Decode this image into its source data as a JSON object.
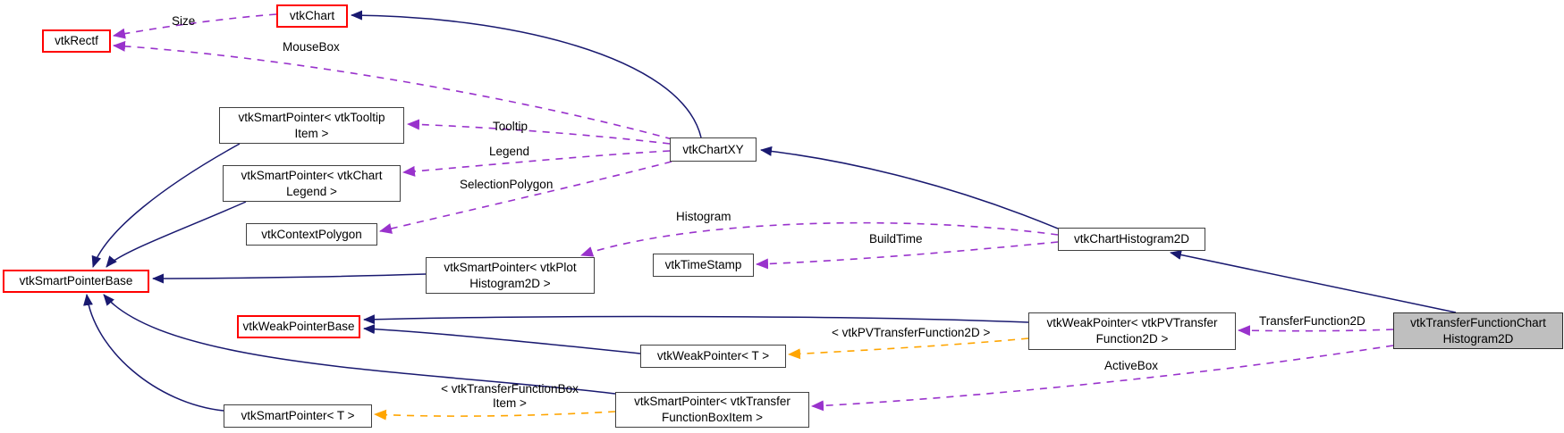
{
  "diagram_type": "class-collaboration-graph",
  "nodes": [
    {
      "id": "vtkRectf",
      "label": "vtkRectf",
      "highlighted": true
    },
    {
      "id": "vtkChart",
      "label": "vtkChart",
      "highlighted": true
    },
    {
      "id": "vtkSmartPointerTooltipItem",
      "label": "vtkSmartPointer< vtkTooltip\nItem >",
      "highlighted": false
    },
    {
      "id": "vtkSmartPointerChartLegend",
      "label": "vtkSmartPointer< vtkChart\nLegend >",
      "highlighted": false
    },
    {
      "id": "vtkContextPolygon",
      "label": "vtkContextPolygon",
      "highlighted": false
    },
    {
      "id": "vtkSmartPointerBase",
      "label": "vtkSmartPointerBase",
      "highlighted": true
    },
    {
      "id": "vtkSmartPointerPlotHistogram2D",
      "label": "vtkSmartPointer< vtkPlot\nHistogram2D >",
      "highlighted": false
    },
    {
      "id": "vtkWeakPointerBase",
      "label": "vtkWeakPointerBase",
      "highlighted": true
    },
    {
      "id": "vtkWeakPointerT",
      "label": "vtkWeakPointer< T >",
      "highlighted": false
    },
    {
      "id": "vtkSmartPointerT",
      "label": "vtkSmartPointer< T >",
      "highlighted": false
    },
    {
      "id": "vtkSmartPointerTransferFunctionBoxItem",
      "label": "vtkSmartPointer< vtkTransfer\nFunctionBoxItem >",
      "highlighted": false
    },
    {
      "id": "vtkChartXY",
      "label": "vtkChartXY",
      "highlighted": false
    },
    {
      "id": "vtkTimeStamp",
      "label": "vtkTimeStamp",
      "highlighted": false
    },
    {
      "id": "vtkChartHistogram2D",
      "label": "vtkChartHistogram2D",
      "highlighted": false
    },
    {
      "id": "vtkWeakPointerPVTransferFunction2D",
      "label": "vtkWeakPointer< vtkPVTransfer\nFunction2D >",
      "highlighted": false
    },
    {
      "id": "vtkTransferFunctionChartHistogram2D",
      "label": "vtkTransferFunctionChart\nHistogram2D",
      "current": true
    }
  ],
  "edge_labels": {
    "size": "Size",
    "mousebox": "MouseBox",
    "tooltip": "Tooltip",
    "legend": "Legend",
    "selection_polygon": "SelectionPolygon",
    "histogram": "Histogram",
    "build_time": "BuildTime",
    "transfer_function2d": "TransferFunction2D",
    "active_box": "ActiveBox",
    "pv_transfer_function_template": "< vtkPVTransferFunction2D >",
    "transfer_function_box_template": "< vtkTransferFunctionBox\nItem >"
  },
  "colors": {
    "inheritance_edge": "#191970",
    "usage_edge": "#9932cc",
    "template_edge": "#ffa500",
    "highlight_border": "#ff0000",
    "node_border": "#404040",
    "current_node_fill": "#bfbfbf"
  }
}
